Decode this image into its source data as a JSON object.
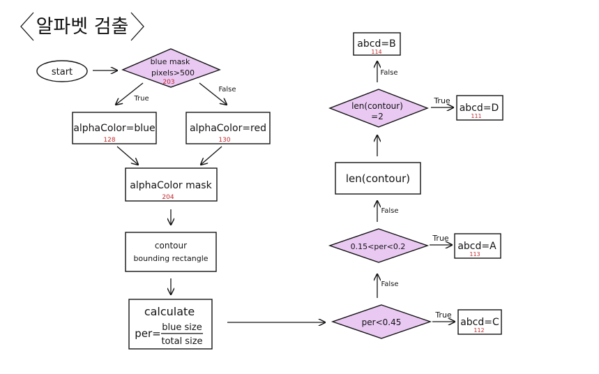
{
  "title": "알파벳 검출",
  "nodes": {
    "start": {
      "label": "start"
    },
    "blue_mask": {
      "line1": "blue mask",
      "line2": "pixels>500",
      "code": "203"
    },
    "alpha_blue": {
      "label": "alphaColor=blue",
      "code": "128"
    },
    "alpha_red": {
      "label": "alphaColor=red",
      "code": "130"
    },
    "alpha_mask": {
      "label": "alphaColor mask",
      "code": "204"
    },
    "contour": {
      "line1": "contour",
      "line2": "bounding rectangle"
    },
    "calculate": {
      "line1": "calculate",
      "prefix": "per=",
      "numerator": "blue size",
      "denominator": "total size"
    },
    "per_045": {
      "label": "per<0.45"
    },
    "per_range": {
      "label": "0.15<per<0.2"
    },
    "len_contour": {
      "label": "len(contour)"
    },
    "len_eq2": {
      "line1": "len(contour)",
      "line2": "=2"
    },
    "abcd_b": {
      "label": "abcd=B",
      "code": "114"
    },
    "abcd_d": {
      "label": "abcd=D",
      "code": "111"
    },
    "abcd_a": {
      "label": "abcd=A",
      "code": "113"
    },
    "abcd_c": {
      "label": "abcd=C",
      "code": "112"
    }
  },
  "edge_labels": {
    "true": "True",
    "false": "False"
  },
  "colors": {
    "decision_fill": "#e9c9f2",
    "code_text": "#c0282d",
    "stroke": "#111111"
  }
}
